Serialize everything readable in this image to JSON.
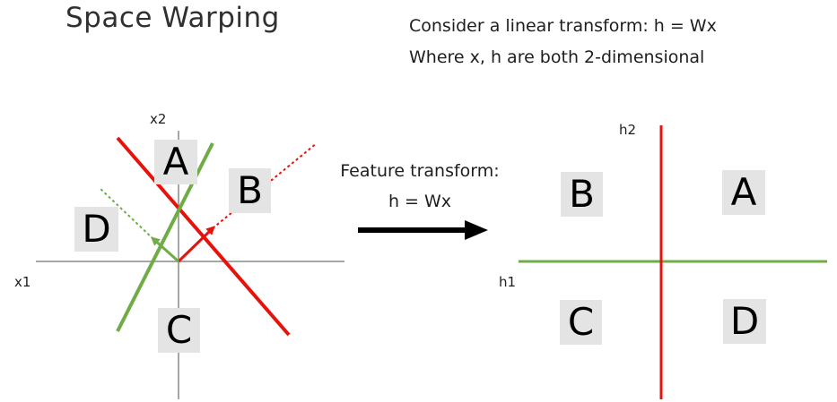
{
  "title": "Space Warping",
  "subtitle": {
    "line1": "Consider a linear transform: h = Wx",
    "line2": "Where x, h are both 2-dimensional"
  },
  "arrow": {
    "line1": "Feature transform:",
    "line2": "h = Wx"
  },
  "input_space": {
    "x_axis_label": "x1",
    "y_axis_label": "x2",
    "regions": {
      "a": "A",
      "b": "B",
      "c": "C",
      "d": "D"
    }
  },
  "feature_space": {
    "x_axis_label": "h1",
    "y_axis_label": "h2",
    "regions": {
      "a": "A",
      "b": "B",
      "c": "C",
      "d": "D"
    }
  },
  "colors": {
    "red_line": "#e8120c",
    "green_line": "#6fac46",
    "axis": "#a6a6a6",
    "region_bg": "#e4e4e4"
  }
}
